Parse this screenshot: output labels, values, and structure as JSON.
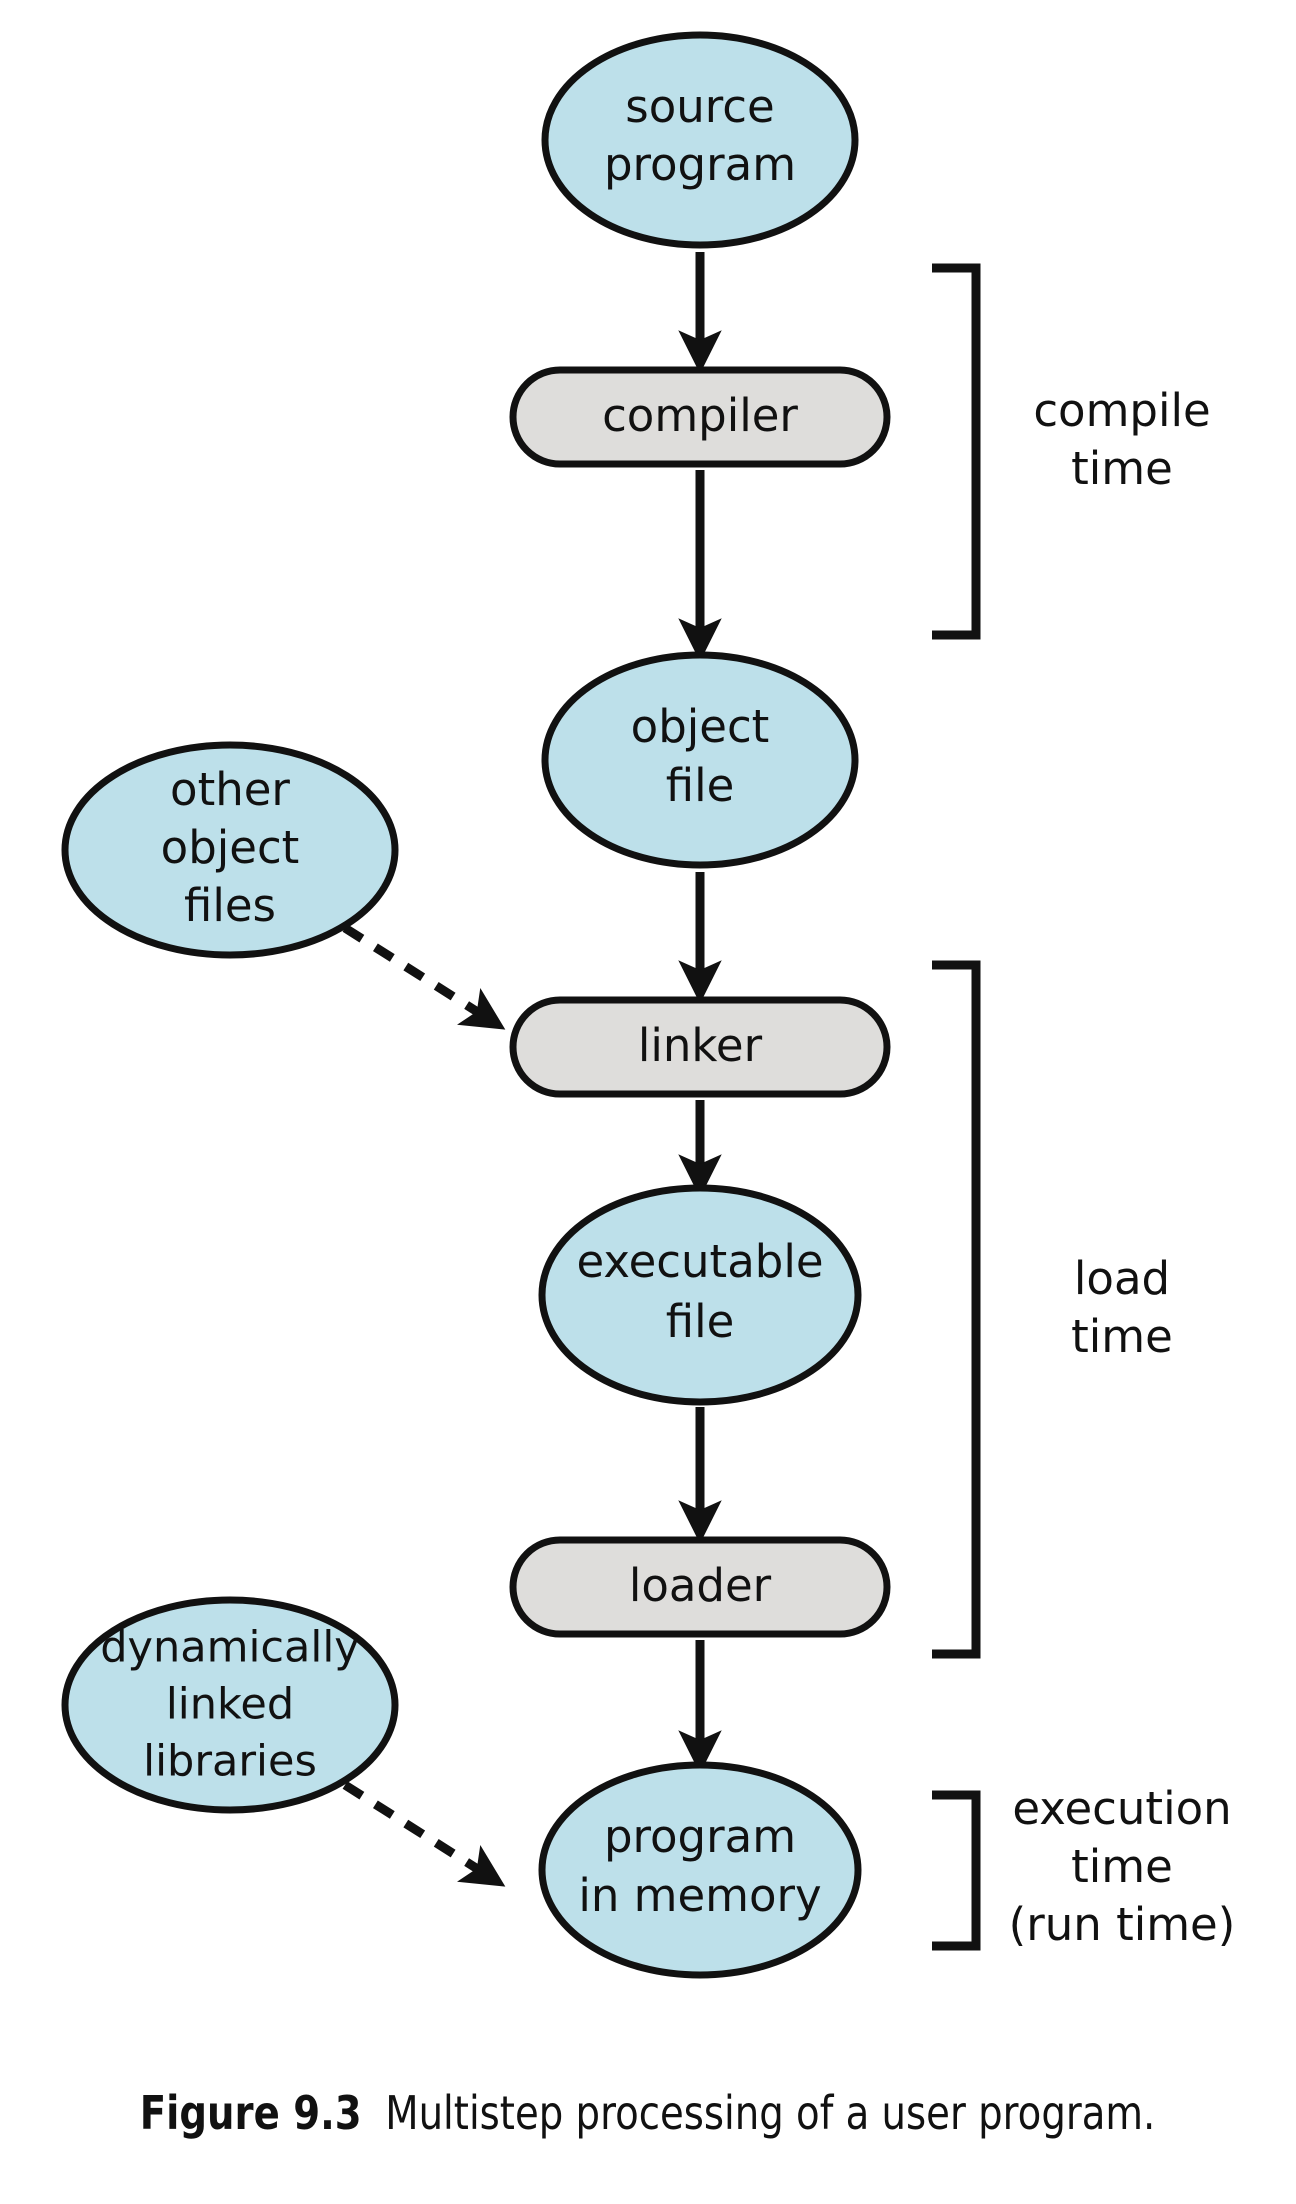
{
  "figure": {
    "caption_label": "Figure 9.3",
    "caption_text": "Multistep processing of a user program."
  },
  "colors": {
    "data_fill": "#bde0ea",
    "process_fill": "#dedddb",
    "stroke": "#111111",
    "background": "#ffffff"
  },
  "diagram": {
    "type": "flowchart",
    "nodes": [
      {
        "id": "source-program",
        "shape": "ellipse",
        "lines": [
          "source",
          "program"
        ],
        "fill": "#bde0ea"
      },
      {
        "id": "compiler",
        "shape": "rounded-rect",
        "lines": [
          "compiler"
        ],
        "fill": "#dedddb"
      },
      {
        "id": "object-file",
        "shape": "ellipse",
        "lines": [
          "object",
          "file"
        ],
        "fill": "#bde0ea"
      },
      {
        "id": "other-object-files",
        "shape": "ellipse",
        "lines": [
          "other",
          "object",
          "files"
        ],
        "fill": "#bde0ea"
      },
      {
        "id": "linker",
        "shape": "rounded-rect",
        "lines": [
          "linker"
        ],
        "fill": "#dedddb"
      },
      {
        "id": "executable-file",
        "shape": "ellipse",
        "lines": [
          "executable",
          "file"
        ],
        "fill": "#bde0ea"
      },
      {
        "id": "loader",
        "shape": "rounded-rect",
        "lines": [
          "loader"
        ],
        "fill": "#dedddb"
      },
      {
        "id": "dynamically-linked-libraries",
        "shape": "ellipse",
        "lines": [
          "dynamically",
          "linked",
          "libraries"
        ],
        "fill": "#bde0ea"
      },
      {
        "id": "program-in-memory",
        "shape": "ellipse",
        "lines": [
          "program",
          "in memory"
        ],
        "fill": "#bde0ea"
      }
    ],
    "edges": [
      {
        "from": "source-program",
        "to": "compiler",
        "style": "solid"
      },
      {
        "from": "compiler",
        "to": "object-file",
        "style": "solid"
      },
      {
        "from": "object-file",
        "to": "linker",
        "style": "solid"
      },
      {
        "from": "other-object-files",
        "to": "linker",
        "style": "dashed"
      },
      {
        "from": "linker",
        "to": "executable-file",
        "style": "solid"
      },
      {
        "from": "executable-file",
        "to": "loader",
        "style": "solid"
      },
      {
        "from": "loader",
        "to": "program-in-memory",
        "style": "solid"
      },
      {
        "from": "dynamically-linked-libraries",
        "to": "program-in-memory",
        "style": "dashed"
      }
    ],
    "phase_brackets": [
      {
        "id": "compile-time",
        "lines": [
          "compile",
          "time"
        ],
        "covers": [
          "source-program",
          "compiler",
          "object-file"
        ]
      },
      {
        "id": "load-time",
        "lines": [
          "load",
          "time"
        ],
        "covers": [
          "linker",
          "executable-file",
          "loader"
        ]
      },
      {
        "id": "execution-time",
        "lines": [
          "execution",
          "time",
          "(run time)"
        ],
        "covers": [
          "program-in-memory"
        ]
      }
    ]
  },
  "labels": {
    "source_program_l1": "source",
    "source_program_l2": "program",
    "compiler": "compiler",
    "object_file_l1": "object",
    "object_file_l2": "file",
    "other_object_files_l1": "other",
    "other_object_files_l2": "object",
    "other_object_files_l3": "files",
    "linker": "linker",
    "executable_file_l1": "executable",
    "executable_file_l2": "file",
    "loader": "loader",
    "dll_l1": "dynamically",
    "dll_l2": "linked",
    "dll_l3": "libraries",
    "program_in_memory_l1": "program",
    "program_in_memory_l2": "in memory",
    "compile_time_l1": "compile",
    "compile_time_l2": "time",
    "load_time_l1": "load",
    "load_time_l2": "time",
    "execution_time_l1": "execution",
    "execution_time_l2": "time",
    "execution_time_l3": "(run time)"
  }
}
